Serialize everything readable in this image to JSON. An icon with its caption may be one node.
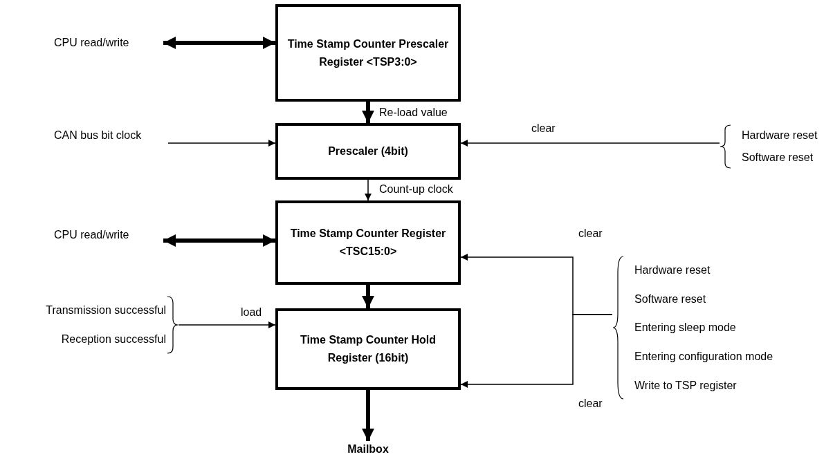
{
  "diagram": {
    "nodes": [
      {
        "text": [
          "Time Stamp Counter Prescaler Register <TSP3:0>"
        ]
      },
      {
        "text": [
          "CPU read/write"
        ]
      },
      {
        "text": [
          "Prescaler (4bit)"
        ]
      },
      {
        "text": [
          "CAN bus bit clock"
        ]
      },
      {
        "text": [
          "Hardware reset",
          "Software reset"
        ]
      },
      {
        "text": [
          "Time Stamp Counter Register <TSC15:0>"
        ]
      },
      {
        "text": [
          "CPU read/write"
        ]
      },
      {
        "text": [
          "Time Stamp Counter Hold Register (16bit)"
        ]
      },
      {
        "text": [
          "Transmission successful",
          "Reception successful"
        ]
      },
      {
        "text": [
          "Hardware reset",
          "Software reset",
          "Entering sleep mode",
          "Entering configuration mode",
          "Write to TSP register"
        ]
      },
      {
        "text": [
          "Mailbox"
        ]
      }
    ],
    "edges": [
      {
        "from": 1,
        "to": 0,
        "arrow": "both",
        "style": "thick"
      },
      {
        "from": 0,
        "to": 2,
        "arrow": "to",
        "style": "thick",
        "label": "Re-load value"
      },
      {
        "from": 3,
        "to": 2,
        "arrow": "to"
      },
      {
        "from": 4,
        "to": 2,
        "arrow": "to",
        "label": "clear"
      },
      {
        "from": 2,
        "to": 5,
        "arrow": "to",
        "label": "Count-up clock"
      },
      {
        "from": 6,
        "to": 5,
        "arrow": "both",
        "style": "thick"
      },
      {
        "from": 5,
        "to": 7,
        "arrow": "to",
        "style": "thick"
      },
      {
        "from": 8,
        "to": 7,
        "arrow": "to",
        "label": "load"
      },
      {
        "from": 9,
        "to": 5,
        "arrow": "to",
        "label": "clear"
      },
      {
        "from": 9,
        "to": 7,
        "arrow": "to",
        "label": "clear"
      },
      {
        "from": 7,
        "to": 10,
        "arrow": "to",
        "style": "thick"
      }
    ]
  }
}
